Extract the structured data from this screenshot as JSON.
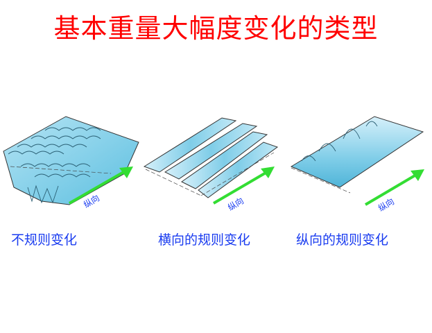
{
  "title": "基本重量大幅度变化的类型",
  "figures": [
    {
      "id": "irregular",
      "caption": "不规则变化",
      "arrow_label": "纵向"
    },
    {
      "id": "transverse",
      "caption": "横向的规则变化",
      "arrow_label": "纵向"
    },
    {
      "id": "longitudinal",
      "caption": "纵向的规则变化",
      "arrow_label": "纵向"
    }
  ],
  "colors": {
    "title": "#ff0000",
    "caption": "#1a3cf0",
    "arrow": "#33dd33",
    "surface": "#8fd3ec",
    "surface_dark": "#4fb4d8",
    "outline": "#333333"
  }
}
